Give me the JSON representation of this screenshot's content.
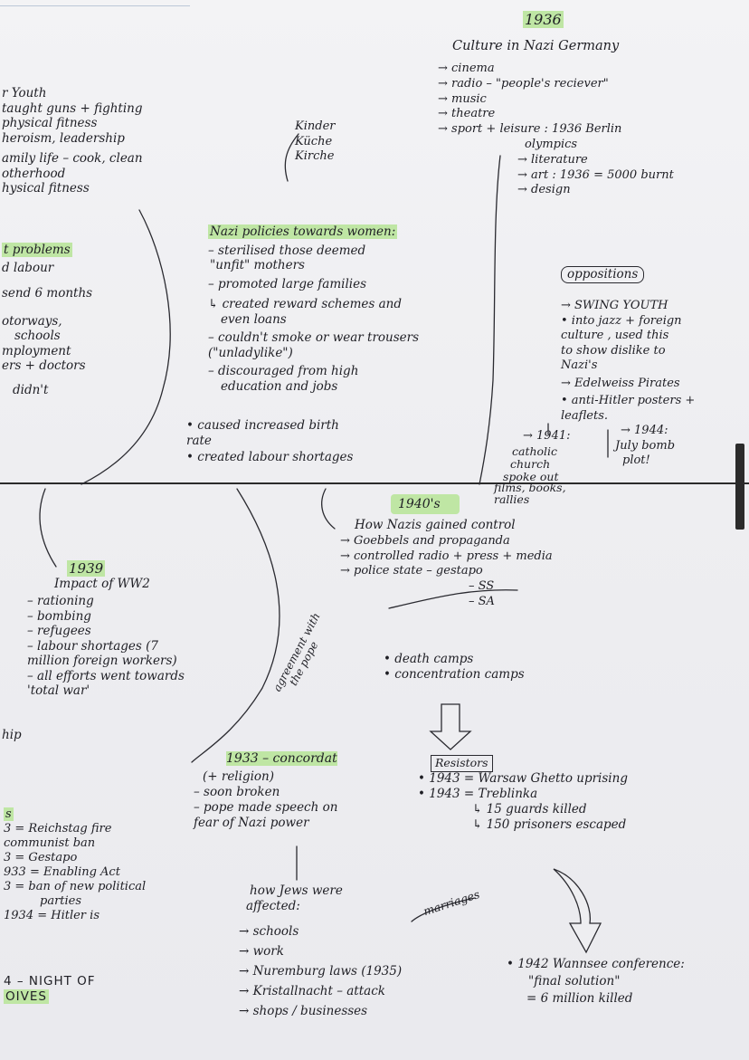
{
  "culture": {
    "year": "1936",
    "title": "Culture in Nazi Germany",
    "items": [
      "→ cinema",
      "→ radio – \"people's reciever\"",
      "→ music",
      "→ theatre",
      "→ sport + leisure : 1936 Berlin",
      "olympics",
      "→ literature",
      "→ art : 1936 = 5000 burnt",
      "→ design"
    ]
  },
  "youth": {
    "lines": [
      "r Youth",
      "taught guns + fighting",
      "physical fitness",
      "heroism, leadership",
      "amily life – cook, clean",
      "otherhood",
      "hysical fitness"
    ]
  },
  "kinder": {
    "lines": [
      "Kinder",
      "Küche",
      "Kirche"
    ]
  },
  "women": {
    "title": "Nazi policies towards women:",
    "lines": [
      "– sterilised those deemed",
      "\"unfit\" mothers",
      "– promoted large families",
      "↳ created reward schemes and",
      "even loans",
      "– couldn't smoke or wear trousers",
      "(\"unladylike\")",
      "– discouraged from high",
      "education and jobs"
    ],
    "effects": [
      "• caused increased birth",
      "rate",
      "• created labour shortages"
    ]
  },
  "problems": {
    "title": "t problems",
    "lines": [
      "d labour",
      "send 6 months",
      "",
      "otorways,",
      "schools",
      "mployment",
      "ers + doctors",
      "",
      "didn't"
    ]
  },
  "opposition": {
    "title": "oppositions",
    "lines": [
      "→ SWING YOUTH",
      "• into jazz + foreign",
      "culture , used this",
      "to show dislike to",
      "Nazi's",
      "→ Edelweiss Pirates",
      "• anti-Hitler posters +",
      "leaflets."
    ],
    "y1941": "→ 1941:",
    "church": [
      "catholic",
      "church",
      "spoke out"
    ],
    "y1944": [
      "→ 1944:",
      "July bomb",
      "plot!"
    ]
  },
  "control": {
    "decade": "1940's",
    "films": [
      "films, books,",
      "rallies"
    ],
    "title": "How Nazis gained control",
    "lines": [
      "→ Goebbels and propaganda",
      "→ controlled radio + press + media",
      "→ police state – gestapo"
    ],
    "sub": [
      "– SS",
      "– SA"
    ]
  },
  "ww2": {
    "year": "1939",
    "title": "Impact of WW2",
    "lines": [
      "– rationing",
      "– bombing",
      "– refugees",
      "– labour shortages (7",
      "million foreign workers)",
      "– all efforts went towards",
      "'total war'"
    ]
  },
  "ship": "hip",
  "camps": [
    "• death camps",
    "• concentration camps"
  ],
  "pope_note": [
    "agreement with",
    "the pope"
  ],
  "resistors": {
    "title": "Resistors",
    "lines": [
      "• 1943 = Warsaw Ghetto uprising",
      "• 1943 = Treblinka",
      "↳ 15 guards killed",
      "↳ 150 prisoners escaped"
    ]
  },
  "concordat": {
    "title": "1933 – concordat",
    "lines": [
      "(+ religion)",
      "– soon broken",
      "– pope made speech on",
      "fear of Nazi power"
    ]
  },
  "timeline": {
    "lines": [
      "s",
      "3 = Reichstag fire",
      "communist ban",
      "3 = Gestapo",
      "933 = Enabling Act",
      "3 = ban of new political",
      "parties",
      "1934 = Hitler is"
    ],
    "night": [
      "4 – NIGHT OF",
      "OIVES"
    ]
  },
  "jews": {
    "title": [
      "how Jews were",
      "affected:"
    ],
    "marriages": "marriages",
    "lines": [
      "→ schools",
      "→ work",
      "→ Nuremburg laws (1935)",
      "→ Kristallnacht – attack",
      "→ shops / businesses"
    ]
  },
  "wannsee": [
    "• 1942 Wannsee conference:",
    "\"final solution\"",
    "= 6 million killed"
  ]
}
